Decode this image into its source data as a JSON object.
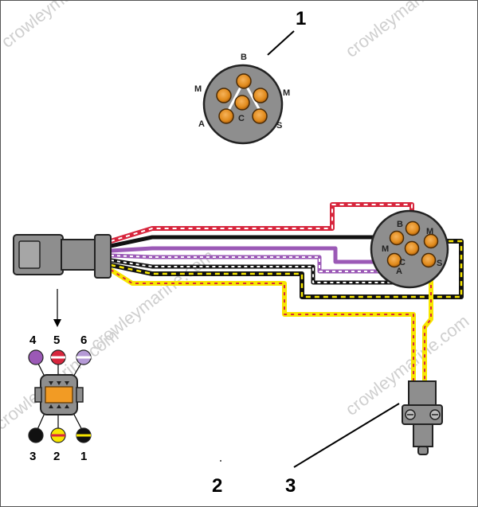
{
  "watermark": "crowleymarine.com",
  "callouts": {
    "item1": "1",
    "item2": "2",
    "item3": "3"
  },
  "switch_pins": {
    "B": "B",
    "M_left": "M",
    "M_right": "M",
    "C": "C",
    "A": "A",
    "S": "S"
  },
  "connector_pins": {
    "p1": "1",
    "p2": "2",
    "p3": "3",
    "p4": "4",
    "p5": "5",
    "p6": "6"
  },
  "colors": {
    "housing": "#8e8e8e",
    "terminal": "#e08a1c",
    "red": "#d7263d",
    "purple": "#9b59b6",
    "yellow": "#f7e600",
    "black": "#111111",
    "white": "#ffffff",
    "lt_purple": "#b59ad6"
  }
}
